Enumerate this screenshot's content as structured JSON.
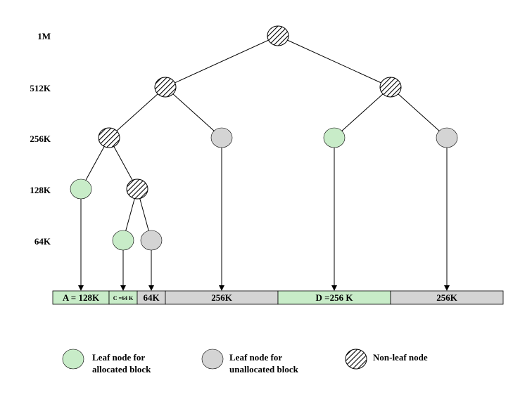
{
  "colors": {
    "allocated": "#c8ecc8",
    "unallocated": "#d4d4d4",
    "stroke": "#000000",
    "edge": "#000000"
  },
  "levels": [
    "1M",
    "512K",
    "256K",
    "128K",
    "64K"
  ],
  "tree": {
    "root": {
      "type": "nonleaf",
      "level": "1M"
    },
    "l": {
      "type": "nonleaf",
      "level": "512K"
    },
    "r": {
      "type": "nonleaf",
      "level": "512K"
    },
    "ll": {
      "type": "nonleaf",
      "level": "256K"
    },
    "lr": {
      "type": "unallocated",
      "level": "256K"
    },
    "rl": {
      "type": "allocated",
      "level": "256K"
    },
    "rr": {
      "type": "unallocated",
      "level": "256K"
    },
    "lll": {
      "type": "allocated",
      "level": "128K"
    },
    "llr": {
      "type": "nonleaf",
      "level": "128K"
    },
    "llrl": {
      "type": "allocated",
      "level": "64K"
    },
    "llrr": {
      "type": "unallocated",
      "level": "64K"
    }
  },
  "memory_blocks": [
    {
      "label": "A = 128K",
      "state": "allocated",
      "node": "lll"
    },
    {
      "label": "C =64 K",
      "state": "allocated",
      "node": "llrl"
    },
    {
      "label": "64K",
      "state": "unallocated",
      "node": "llrr"
    },
    {
      "label": "256K",
      "state": "unallocated",
      "node": "lr"
    },
    {
      "label": "D =256 K",
      "state": "allocated",
      "node": "rl"
    },
    {
      "label": "256K",
      "state": "unallocated",
      "node": "rr"
    }
  ],
  "legend": {
    "allocated": [
      "Leaf node for",
      "allocated block"
    ],
    "unallocated": [
      "Leaf node for",
      "unallocated block"
    ],
    "nonleaf": "Non-leaf node"
  }
}
